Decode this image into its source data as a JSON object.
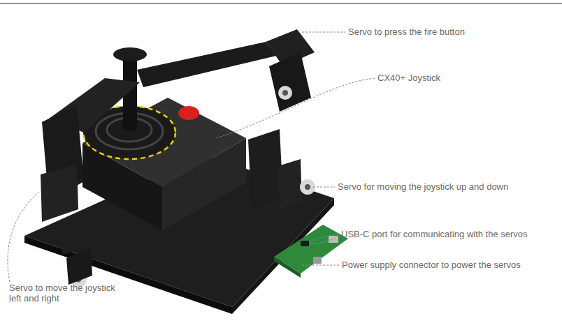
{
  "diagram": {
    "labels": [
      "Servo to press the fire button",
      "CX40+ Joystick",
      "Servo for moving the joystick up and down",
      "USB-C port for communicating with the servos",
      "Power supply connector to power the servos",
      "Servo to move the joystick left and right"
    ]
  }
}
